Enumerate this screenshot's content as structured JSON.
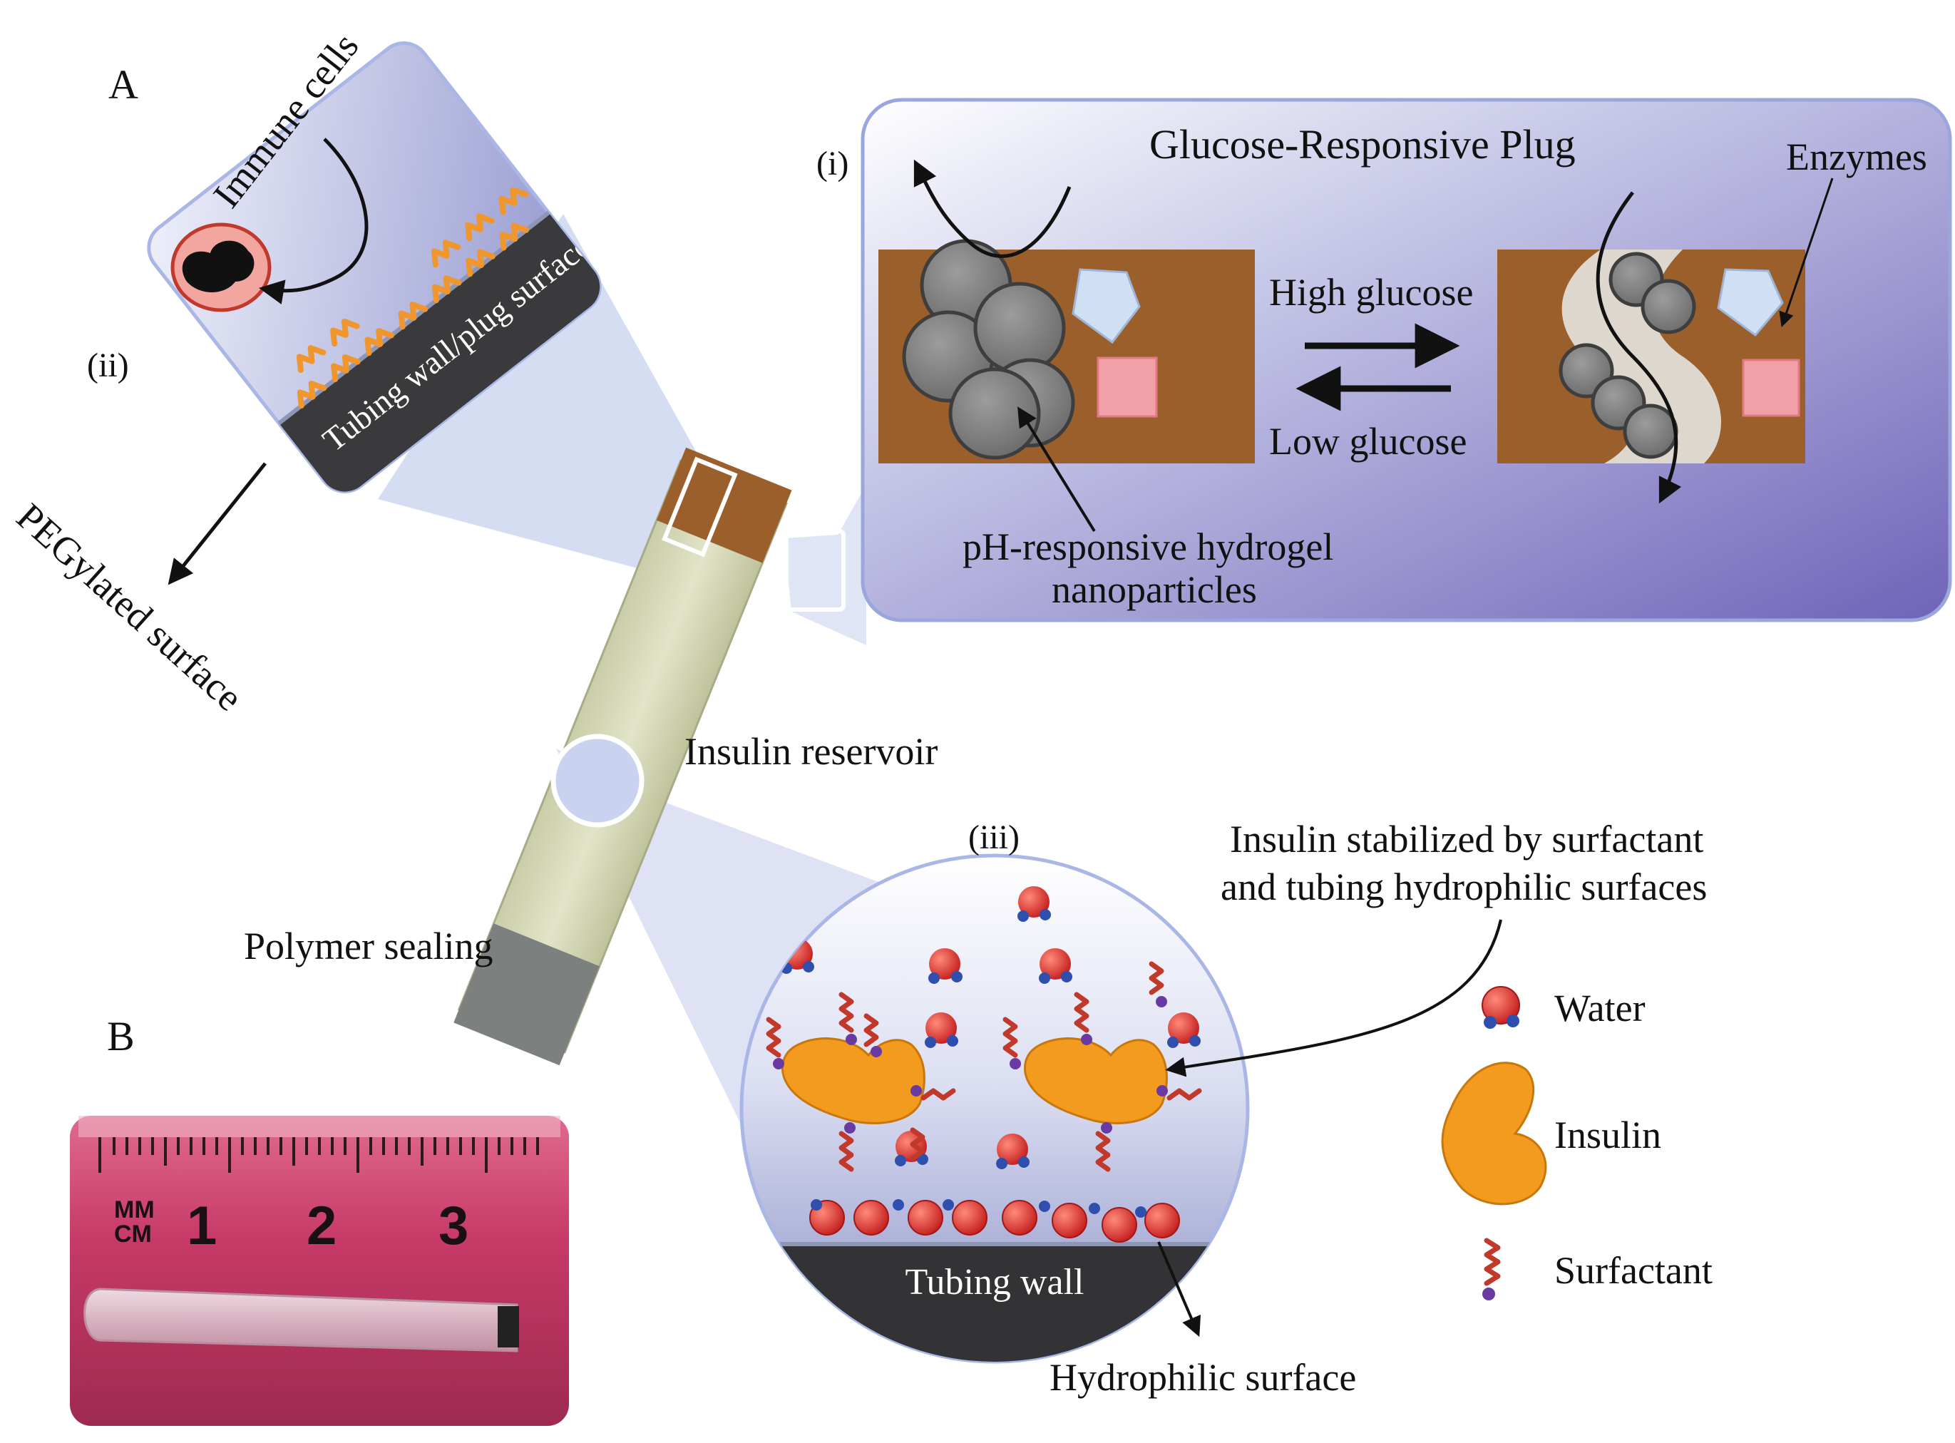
{
  "panel_labels": {
    "a": "A",
    "b": "B"
  },
  "sub_labels": {
    "i": "(i)",
    "ii": "(ii)",
    "iii": "(iii)"
  },
  "panel_i": {
    "title": "Glucose-Responsive Plug",
    "enzymes": "Enzymes",
    "high_glucose": "High glucose",
    "low_glucose": "Low glucose",
    "nanoparticles_line1": "pH-responsive hydrogel",
    "nanoparticles_line2": "nanoparticles"
  },
  "panel_ii": {
    "immune_cells": "Immune cells",
    "tubing_surface": "Tubing wall/plug surface",
    "pegylated": "PEGylated surface"
  },
  "device": {
    "insulin_reservoir": "Insulin reservoir",
    "polymer_sealing": "Polymer sealing"
  },
  "panel_iii": {
    "stabilized_line1": "Insulin stabilized by surfactant",
    "stabilized_line2": "and tubing hydrophilic surfaces",
    "tubing_wall": "Tubing wall",
    "hydrophilic_surface": "Hydrophilic surface"
  },
  "legend": {
    "water": "Water",
    "insulin": "Insulin",
    "surfactant": "Surfactant"
  },
  "ruler": {
    "mm": "MM",
    "cm": "CM",
    "n1": "1",
    "n2": "2",
    "n3": "3"
  },
  "colors": {
    "hydrogel_brown": "#9a5f2b",
    "nanoparticle_gray": "#7d7d7d",
    "peg_orange": "#f0962e",
    "insulin_orange": "#f39b1f",
    "water_red": "#d42626",
    "surfactant_red": "#c0392b",
    "panel_violet": "#6b5fb5",
    "ruler_pink": "#c03a68"
  }
}
